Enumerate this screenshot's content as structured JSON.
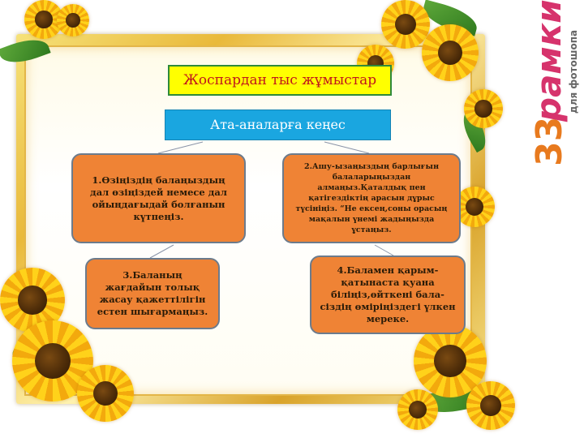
{
  "slide": {
    "title": "Жоспардан  тыс  жұмыстар",
    "subtitle": "Ата-аналарға  кеңес",
    "cards": [
      {
        "text": "1.Өзіңіздің  балаңыздың дал өзіңіздей немесе  дал ойыңдағыдай  болғанын күтпеңіз."
      },
      {
        "text": "2.Ашу-ызаңызды‌ң  барлығын балаларыңыздан алмаңыз.Қаталдық пен қатігездіктің арасын дұрыс түсініңіз. “Не ексең,соны    орасың мақалын  үнемі  жадыңызда ұстаңыз."
      },
      {
        "text": "3.Баланың  жағдайын толық  жасау қажеттілігін естен шығармаңыз."
      },
      {
        "text": "4.Баламен  қарым-қатынаста  қуана біліңіз,өйткені  бала-сіздің  өміріңіздегі  үлкен мереке."
      }
    ]
  },
  "side_logo": {
    "number": "33",
    "word": "рамки",
    "caption": "для фотошопа"
  },
  "colors": {
    "title_bg": "#ffff00",
    "title_text": "#c0161c",
    "subtitle_bg": "#1aa6e0",
    "card_bg": "#ef8335",
    "logo_number": "#e87a1e",
    "logo_word": "#d6336c"
  }
}
